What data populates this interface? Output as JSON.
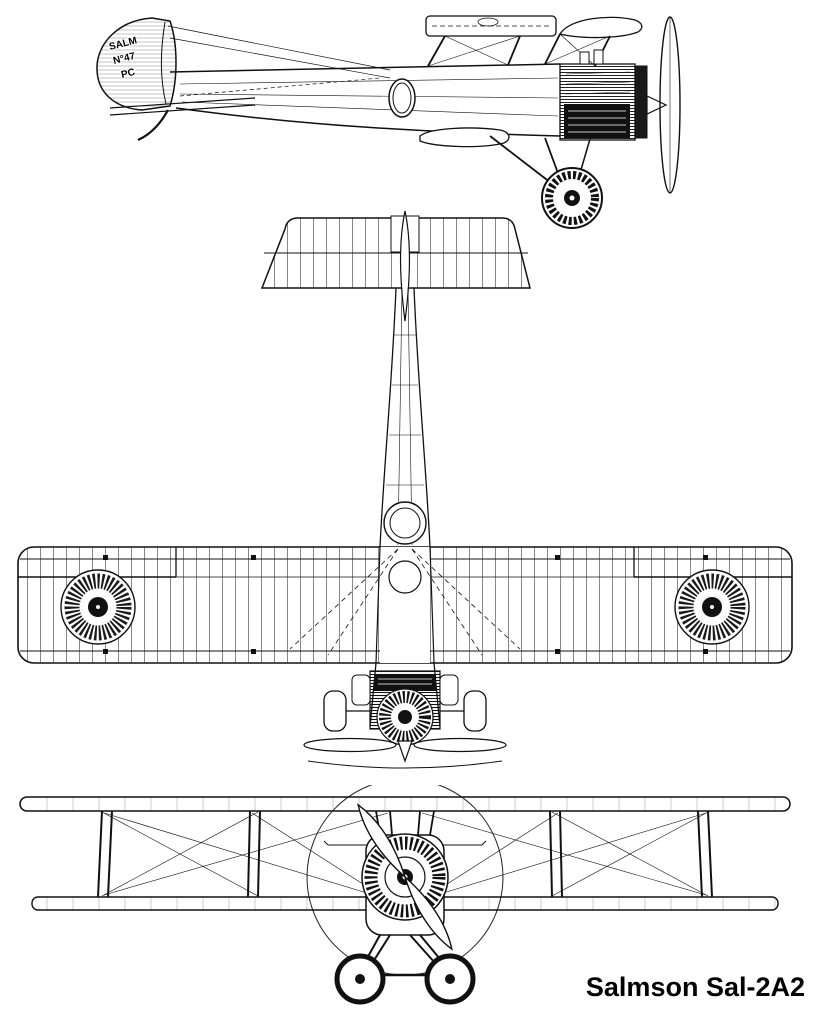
{
  "caption": "Salmson Sal-2A2",
  "side_view": {
    "tail_marking": [
      "SALM",
      "N°47",
      "PC"
    ]
  },
  "colors": {
    "ink": "#111111",
    "paper": "#ffffff"
  }
}
